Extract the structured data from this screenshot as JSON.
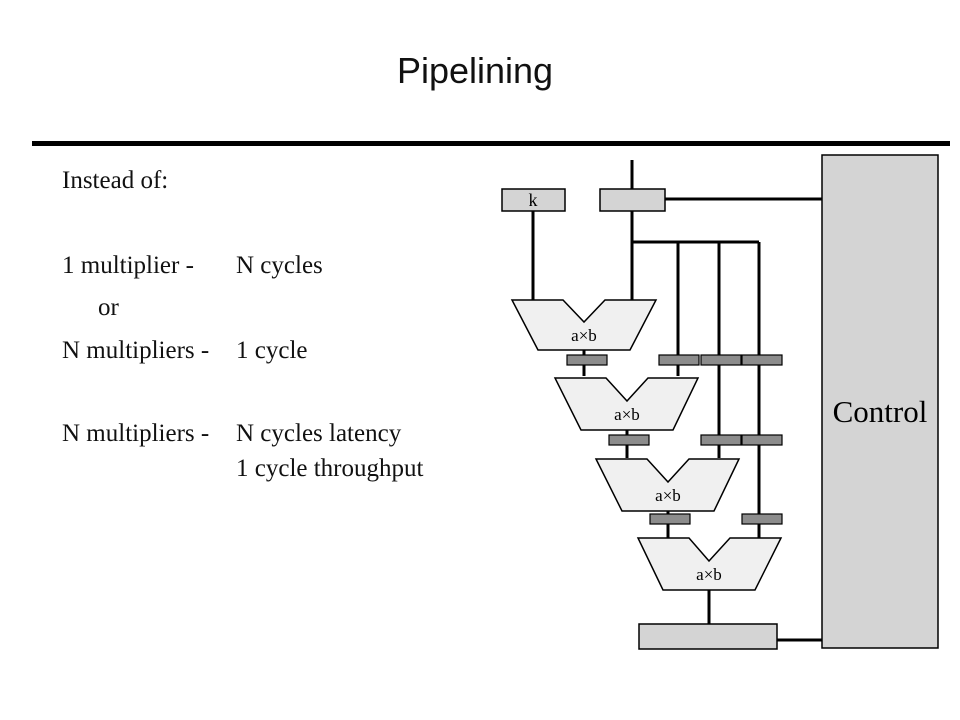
{
  "slide": {
    "title": "Pipelining"
  },
  "text": {
    "intro": "Instead of:",
    "option1_left": "1 multiplier  -",
    "option1_right": "N cycles",
    "or": "or",
    "option2_left": "N multipliers -",
    "option2_right": "1 cycle",
    "option3_left": "N multipliers -",
    "option3_right_line1": "N cycles latency",
    "option3_right_line2": "1 cycle throughput"
  },
  "diagram": {
    "k_label": "k",
    "multiplier_label": "a×b",
    "control_label": "Control",
    "colors": {
      "block_fill": "#d4d4d4",
      "register_fill": "#8c8c8c",
      "multiplier_fill": "#f0f0f0",
      "stroke": "#000000"
    }
  }
}
